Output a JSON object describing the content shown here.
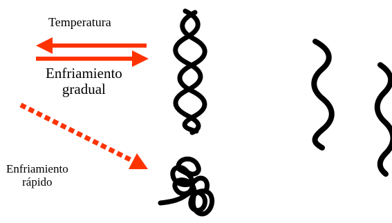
{
  "labels": {
    "temperature": "Temperatura",
    "slow_cooling_line1": "Enfriamiento",
    "slow_cooling_line2": "gradual",
    "fast_cooling_line1": "Enfriamiento",
    "fast_cooling_line2": "rápido"
  },
  "colors": {
    "arrow": "#ff3300",
    "strand": "#000000",
    "background": "#ffffff"
  }
}
